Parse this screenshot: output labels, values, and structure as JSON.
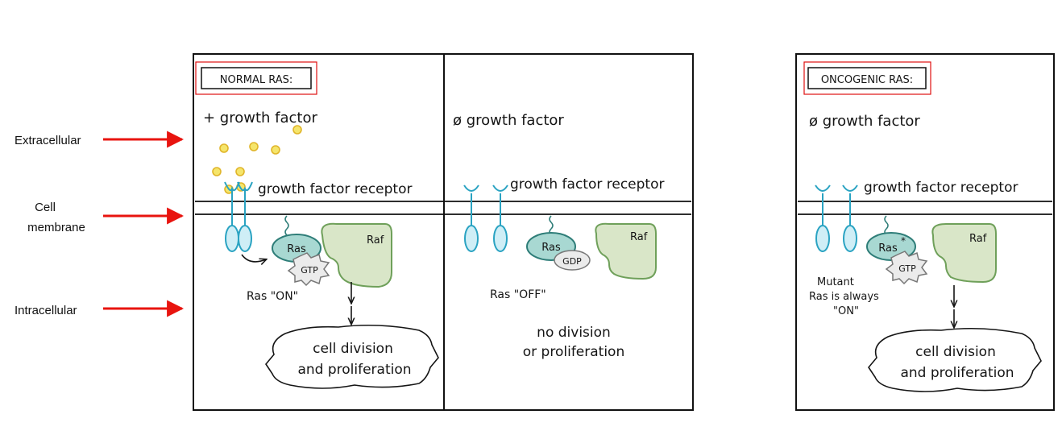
{
  "left_labels": {
    "extracellular": "Extracellular",
    "cell_line1": "Cell",
    "cell_line2": "membrane",
    "intracellular": "Intracellular"
  },
  "panel_normal_on": {
    "tag": "NORMAL RAS:",
    "factor_text": "+ growth factor",
    "receptor_text": "growth factor receptor",
    "ras_label": "Ras",
    "nucleotide_label": "GTP",
    "raf_label": "Raf",
    "status_text": "Ras \"ON\"",
    "outcome_line1": "cell division",
    "outcome_line2": "and proliferation"
  },
  "panel_normal_off": {
    "factor_text": "ø growth factor",
    "receptor_text": "growth factor receptor",
    "ras_label": "Ras",
    "nucleotide_label": "GDP",
    "raf_label": "Raf",
    "status_text": "Ras \"OFF\"",
    "outcome_line1": "no division",
    "outcome_line2": "or proliferation"
  },
  "panel_oncogenic": {
    "tag": "ONCOGENIC RAS:",
    "factor_text": "ø growth factor",
    "receptor_text": "growth factor receptor",
    "ras_label": "Ras",
    "ras_mark": "*",
    "nucleotide_label": "GTP",
    "raf_label": "Raf",
    "status_line1": "Mutant",
    "status_line2": "Ras is always",
    "status_line3": "\"ON\"",
    "outcome_line1": "cell division",
    "outcome_line2": "and proliferation"
  },
  "colors": {
    "arrow": "#e8140f",
    "receptor": "#2aa3c2",
    "receptor_fill": "#cfeef6",
    "ras_fill": "#a8d8d2",
    "ras_stroke": "#2e7d78",
    "raf_fill": "#d9e6c8",
    "raf_stroke": "#6fa05a",
    "growth_factor_fill": "#f5e56b",
    "growth_factor_stroke": "#e0b52a",
    "tag_border": "#e01010"
  }
}
